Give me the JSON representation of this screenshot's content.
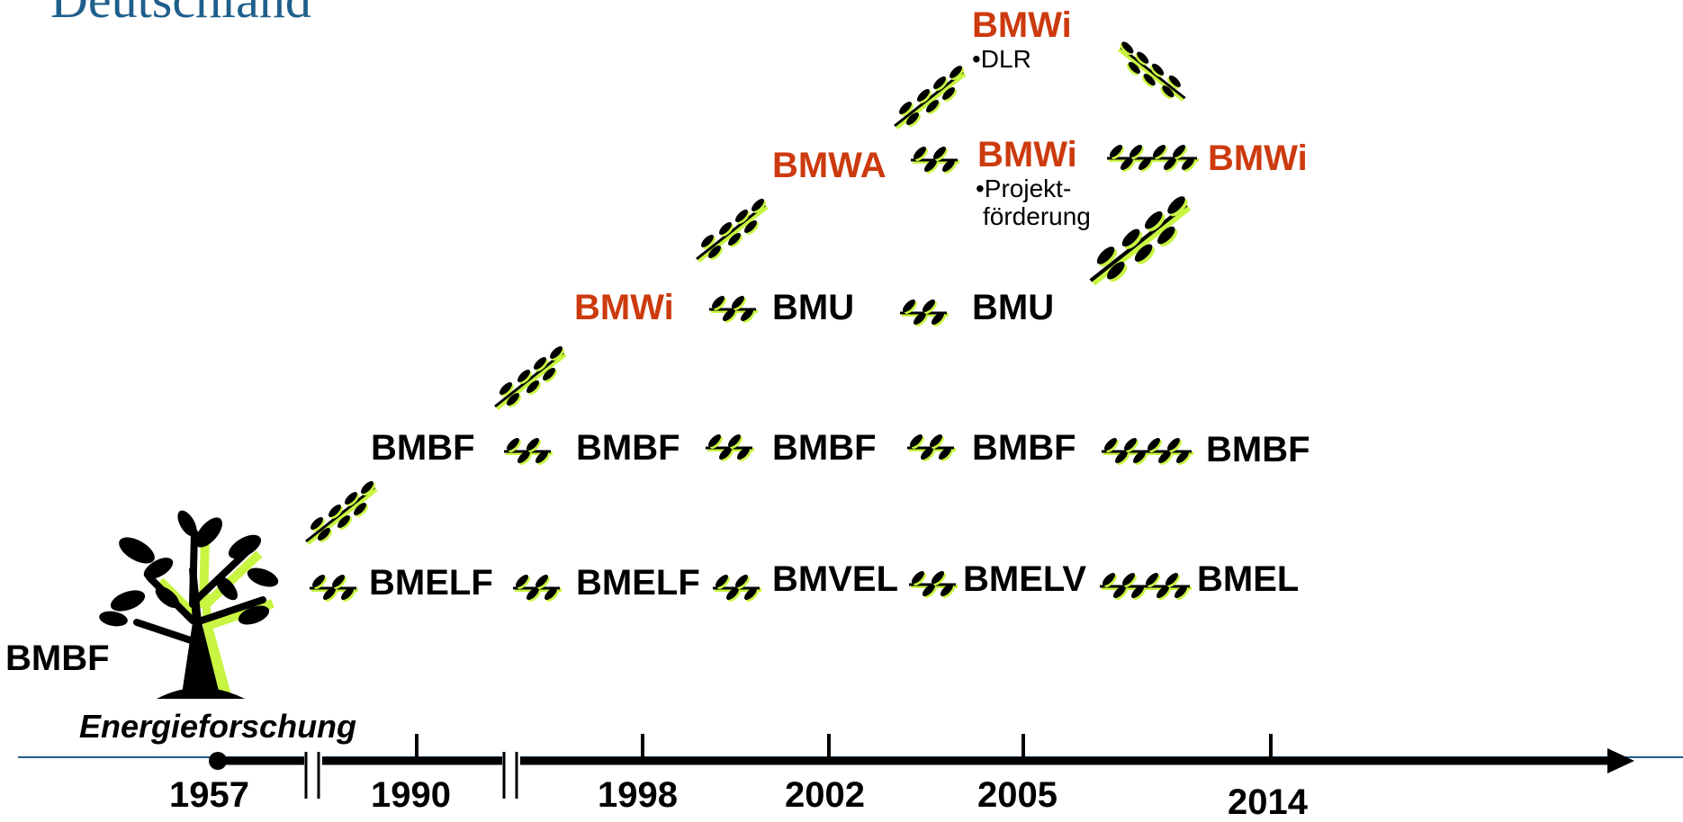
{
  "header": {
    "title": "Deutschland"
  },
  "origin": {
    "ministry": "BMBF",
    "topic": "Energieforschung"
  },
  "timeline": {
    "years": [
      "1957",
      "1990",
      "1998",
      "2002",
      "2005",
      "2014"
    ]
  },
  "rows": {
    "agriculture": [
      "BMELF",
      "BMELF",
      "BMVEL",
      "BMELV",
      "BMEL"
    ],
    "research": [
      "BMBF",
      "BMBF",
      "BMBF",
      "BMBF",
      "BMBF"
    ],
    "environment": [
      "BMWi",
      "BMU",
      "BMU"
    ],
    "economy": [
      "BMWA",
      "BMWi",
      "BMWi"
    ],
    "top": "BMWi"
  },
  "notes": {
    "dlr": "•DLR",
    "projekt_line1": "•Projekt-",
    "projekt_line2": "förderung"
  },
  "colors": {
    "highlight": "#cc3a0e",
    "text": "#000000",
    "leaf_glow": "#c8f542",
    "title": "#1f5f8b",
    "baseline": "#1f5f8b"
  },
  "icons": {
    "origin": "tree-icon",
    "connector": "branch-icon",
    "axis_end": "arrow-head-icon"
  }
}
